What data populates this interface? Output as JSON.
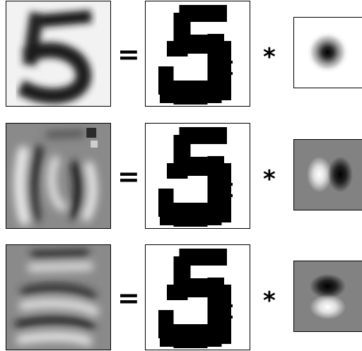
{
  "symbols": {
    "equals": "=",
    "convolve": "*"
  },
  "rows": [
    {
      "input_image": "blurred-digit-five",
      "binary_image": "binary-digit-five",
      "kernel_image": "gaussian-blur-kernel"
    },
    {
      "input_image": "horizontal-derivative-response-digit-five",
      "binary_image": "binary-digit-five",
      "kernel_image": "horizontal-derivative-of-gaussian-kernel"
    },
    {
      "input_image": "vertical-derivative-response-digit-five",
      "binary_image": "binary-digit-five",
      "kernel_image": "vertical-derivative-of-gaussian-kernel"
    }
  ],
  "colors": {
    "ink": "#000000",
    "paper": "#ffffff",
    "mid_gray": "#808080"
  }
}
